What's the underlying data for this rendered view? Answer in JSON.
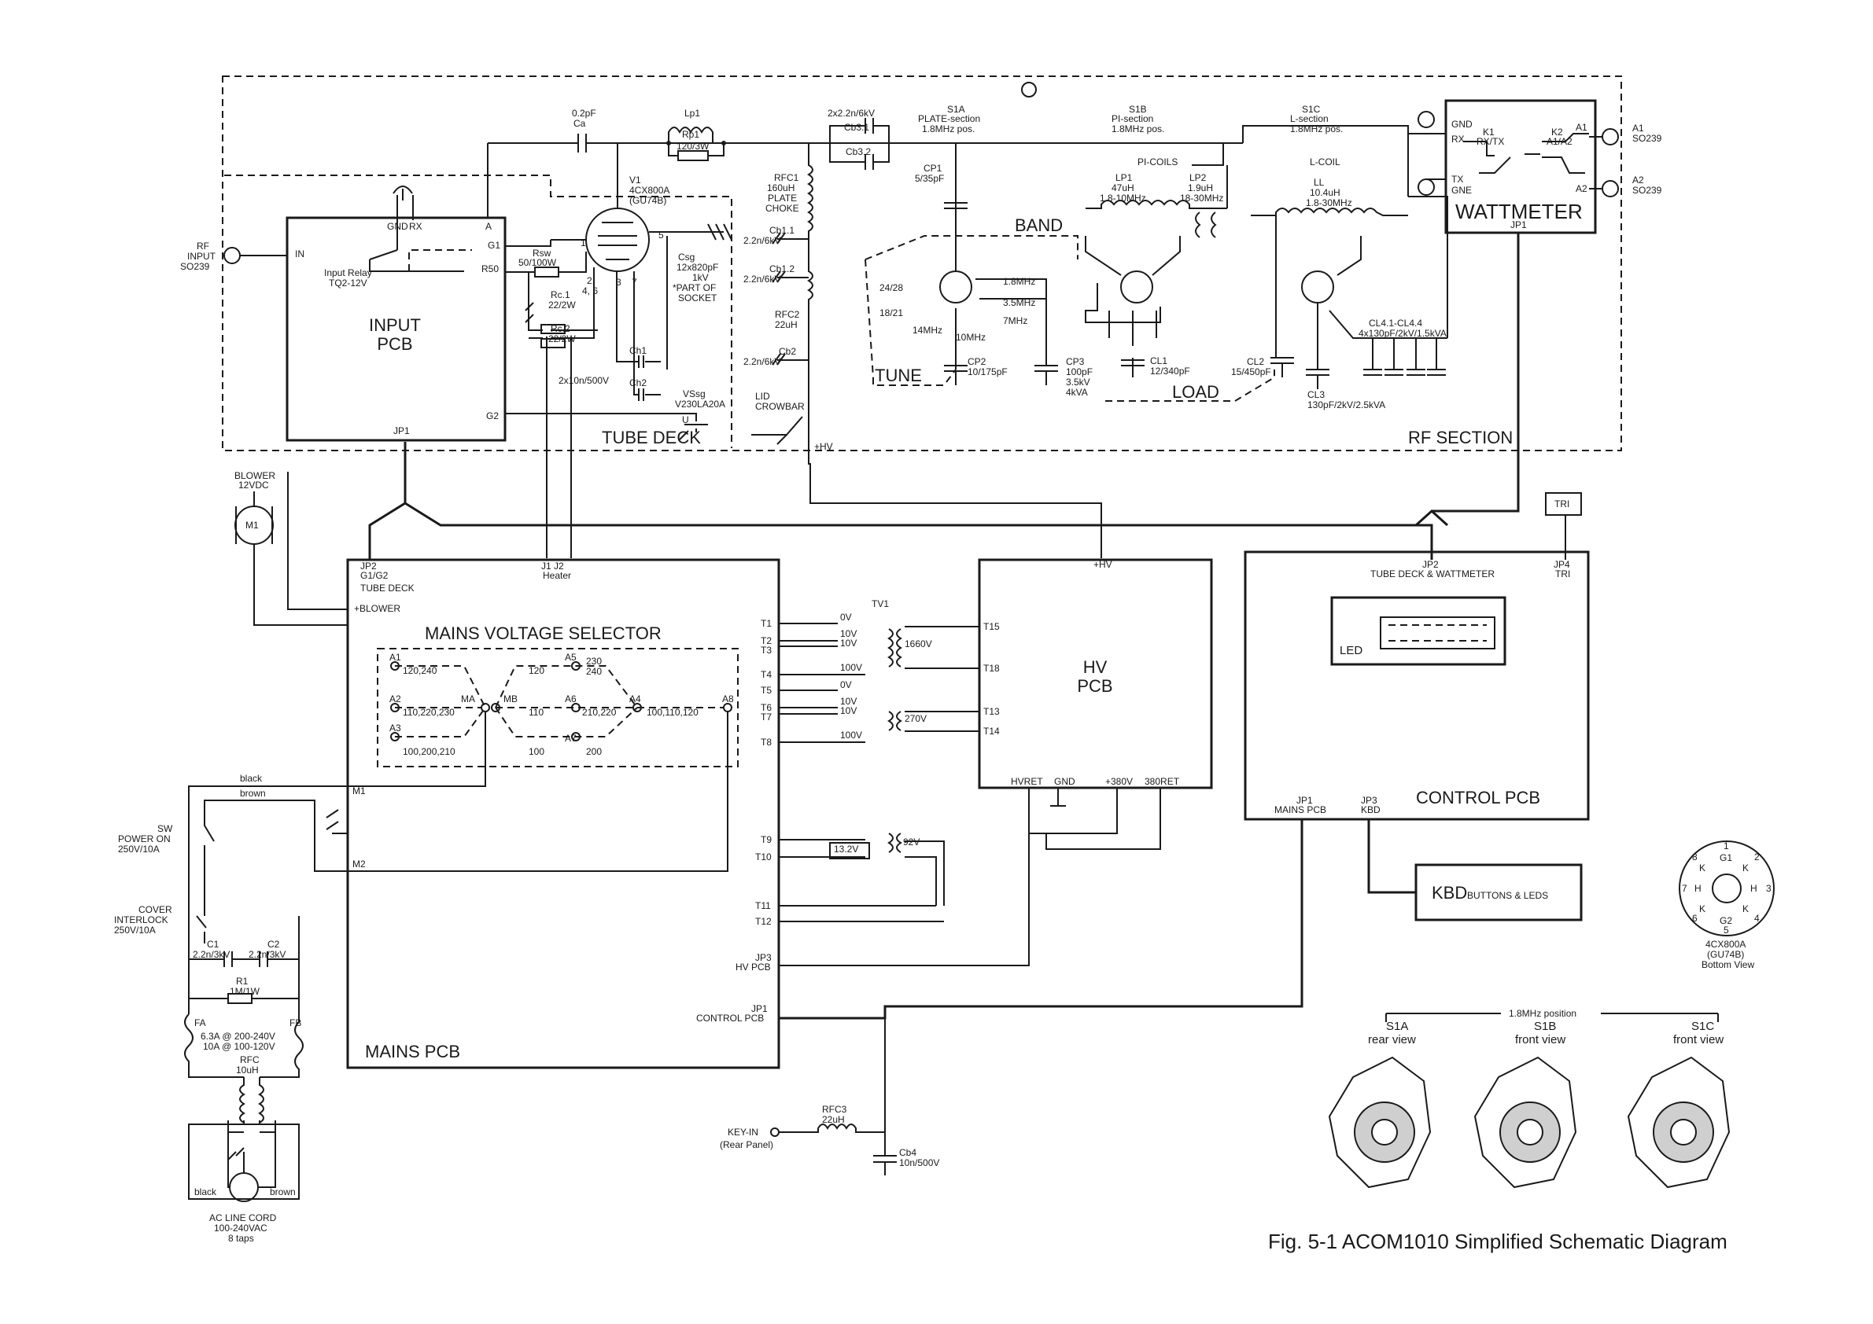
{
  "sections": {
    "rf": "RF SECTION",
    "tube_deck": "TUBE DECK",
    "input_pcb": [
      "INPUT",
      "PCB"
    ],
    "wattmeter": "WATTMETER",
    "mains_selector": "MAINS VOLTAGE SELECTOR",
    "mains_pcb": "MAINS PCB",
    "hv_pcb": [
      "HV",
      "PCB"
    ],
    "control_pcb": "CONTROL PCB",
    "kbd": "KBD",
    "kbd_sub": "BUTTONS & LEDS",
    "led": "LED",
    "tune": "TUNE",
    "load": "LOAD",
    "band": "BAND",
    "tri": "TRI",
    "caption": "Fig. 5-1 ACOM1010 Simplified Schematic Diagram"
  },
  "labels": {
    "rf_input": [
      "RF",
      "INPUT",
      "SO239"
    ],
    "input_relay": [
      "Input Relay",
      "TQ2-12V"
    ],
    "input_pins": {
      "gnd": "GND",
      "rx": "RX",
      "a": "A",
      "in": "IN",
      "g1": "G1",
      "r50": "R50",
      "g2": "G2",
      "jp1": "JP1"
    },
    "ca": [
      "0.2pF",
      "Ca"
    ],
    "lp1": "Lp1",
    "rp1": [
      "Rp1",
      "120/3W"
    ],
    "v1": [
      "V1",
      "4CX800A",
      "(GU74B)"
    ],
    "rsw": [
      "Rsw",
      "50/100W"
    ],
    "rc1": [
      "Rc.1",
      "22/2W"
    ],
    "rc2": [
      "Rc.2",
      "22/2W"
    ],
    "pin24": [
      "2,",
      "4, 6"
    ],
    "tube_pins": [
      "1",
      "3",
      "7",
      "5"
    ],
    "csg": [
      "Csg",
      "12x820pF",
      "1kV",
      "*PART OF",
      "SOCKET"
    ],
    "ch1": "Ch1",
    "ch2": "Ch2",
    "ch_val": "2x10n/500V",
    "vssg": [
      "VSsg",
      "V230LA20A"
    ],
    "u": "U",
    "cb3": [
      "2x2.2n/6kV",
      "Cb3.1",
      "Cb3.2"
    ],
    "rfc1": [
      "RFC1",
      "160uH",
      "PLATE",
      "CHOKE"
    ],
    "cb1_1": [
      "Cb1.1",
      "2.2n/6kV"
    ],
    "cb1_2": [
      "Cb1.2",
      "2.2n/6kV"
    ],
    "rfc2": [
      "RFC2",
      "22uH"
    ],
    "cb2": [
      "Cb2",
      "2.2n/6kV"
    ],
    "lid": [
      "LID",
      "CROWBAR"
    ],
    "hv": "+HV",
    "s1a": [
      "S1A",
      "PLATE-section",
      "1.8MHz pos."
    ],
    "s1b": [
      "S1B",
      "PI-section",
      "1.8MHz pos."
    ],
    "s1c": [
      "S1C",
      "L-section",
      "1.8MHz pos."
    ],
    "cp1": [
      "CP1",
      "5/35pF"
    ],
    "cp2": [
      "CP2",
      "10/175pF"
    ],
    "cp3": [
      "CP3",
      "100pF",
      "3.5kV",
      "4kVA"
    ],
    "cl1": [
      "CL1",
      "12/340pF"
    ],
    "cl2": [
      "CL2",
      "15/450pF"
    ],
    "cl3": [
      "CL3",
      "130pF/2kV/2.5kVA"
    ],
    "cl4": [
      "CL4.1-CL4.4",
      "4x130pF/2kV/1.5kVA"
    ],
    "pi_coils": "PI-COILS",
    "lp1c": [
      "LP1",
      "47uH",
      "1.8-10MHz"
    ],
    "lp2c": [
      "LP2",
      "1.9uH",
      "18-30MHz"
    ],
    "l_coil": "L-COIL",
    "ll": [
      "LL",
      "10.4uH",
      "1.8-30MHz"
    ],
    "bands": [
      "1.8MHz",
      "3.5MHz",
      "7MHz",
      "10MHz",
      "14MHz",
      "18/21",
      "24/28"
    ],
    "wm_pins": {
      "gnd": "GND",
      "rx": "RX",
      "tx": "TX",
      "gne": "GNE",
      "k1": [
        "K1",
        "RX/TX"
      ],
      "k2": [
        "K2",
        "A1/A2"
      ],
      "a1": "A1",
      "a2": "A2",
      "jp1": "JP1"
    },
    "ant1": [
      "A1",
      "SO239"
    ],
    "ant2": [
      "A2",
      "SO239"
    ],
    "blower": [
      "BLOWER",
      "12VDC"
    ],
    "m1": "M1",
    "mains_top": {
      "jp2": [
        "JP2",
        "G1/G2",
        "TUBE DECK"
      ],
      "blower": "+BLOWER",
      "j1j2": [
        "J1 J2",
        "Heater"
      ]
    },
    "selector": {
      "a1": "A1",
      "a1v": "120,240",
      "a2": "A2",
      "a2v": "110,220,230",
      "a3": "A3",
      "a3v": "100,200,210",
      "a5": "A5",
      "a5v": [
        "230",
        "240"
      ],
      "a6": "A6",
      "a6v": "210,220",
      "a7": "A7",
      "a7v": "200",
      "a4": "A4",
      "a4v": "100,110,120",
      "a8": "A8",
      "ma": "MA",
      "mb": "MB",
      "b120": "120",
      "b110": "110",
      "b100": "100"
    },
    "mains_left": {
      "black": "black",
      "brown": "brown",
      "m1": "M1",
      "m2": "M2"
    },
    "sw": [
      "SW",
      "POWER ON",
      "250V/10A"
    ],
    "cover": [
      "COVER",
      "INTERLOCK",
      "250V/10A"
    ],
    "c1": [
      "C1",
      "2.2n/3kV"
    ],
    "c2": [
      "C2",
      "2.2n/3kV"
    ],
    "r1": [
      "R1",
      "1M/1W"
    ],
    "fa": "FA",
    "fb": "FB",
    "fuse": [
      "6.3A @ 200-240V",
      "10A @ 100-120V"
    ],
    "rfc": [
      "RFC",
      "10uH"
    ],
    "acline": [
      "AC LINE CORD",
      "100-240VAC",
      "8 taps"
    ],
    "wire_black": "black",
    "wire_brown": "brown",
    "t_pins": [
      "T1",
      "T2",
      "T3",
      "T4",
      "T5",
      "T6",
      "T7",
      "T8",
      "T9",
      "T10",
      "T11",
      "T12"
    ],
    "tv1": "TV1",
    "tv_prim": [
      "0V",
      "10V",
      "10V",
      "100V",
      "0V",
      "10V",
      "10V",
      "100V"
    ],
    "tv_sec": [
      "1660V",
      "270V",
      "92V",
      "13.2V"
    ],
    "hv_pins": [
      "T15",
      "T18",
      "T13",
      "T14"
    ],
    "hv_bottom": [
      "HVRET",
      "GND",
      "+380V",
      "380RET"
    ],
    "hv_top": "+HV",
    "jp3": [
      "JP3",
      "HV PCB"
    ],
    "jp1c": [
      "JP1",
      "CONTROL PCB"
    ],
    "rfc3": [
      "RFC3",
      "22uH"
    ],
    "keyin": [
      "KEY-IN",
      "(Rear Panel)"
    ],
    "cb4": [
      "Cb4",
      "10n/500V"
    ],
    "ctrl": {
      "jp2": [
        "JP2",
        "TUBE DECK & WATTMETER"
      ],
      "jp4": [
        "JP4",
        "TRI"
      ],
      "jp1": [
        "JP1",
        "MAINS PCB"
      ],
      "jp3": [
        "JP3",
        "KBD"
      ]
    },
    "socket": {
      "title": [
        "4CX800A",
        "(GU74B)",
        "Bottom View"
      ],
      "pins": [
        "G1",
        "K",
        "H",
        "K",
        "G2",
        "K",
        "H",
        "K"
      ],
      "nums": [
        "1",
        "2",
        "3",
        "4",
        "5",
        "6",
        "7",
        "8"
      ]
    },
    "switches": {
      "pos": "1.8MHz position",
      "s1a": [
        "S1A",
        "rear view"
      ],
      "s1b": [
        "S1B",
        "front view"
      ],
      "s1c": [
        "S1C",
        "front view"
      ]
    }
  }
}
